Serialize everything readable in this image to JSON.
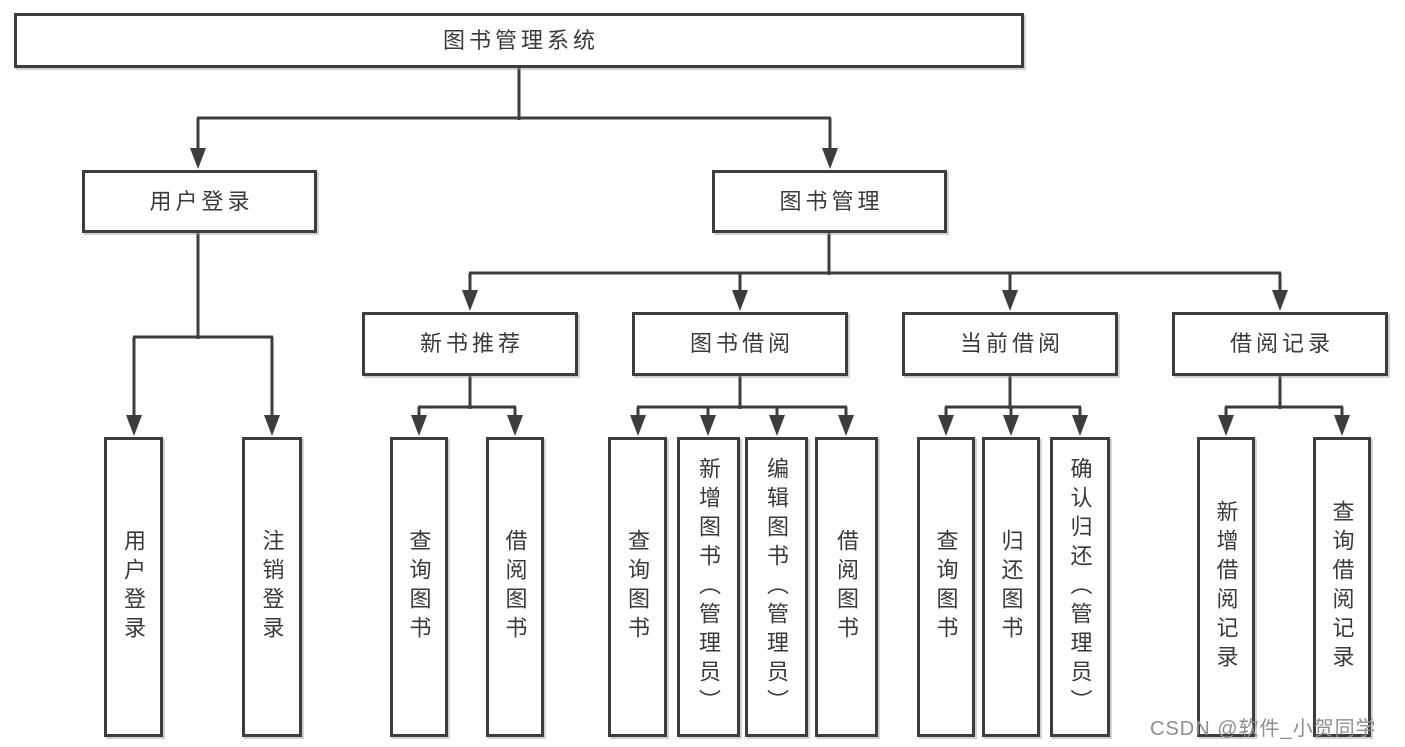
{
  "tree": {
    "root": {
      "label": "图书管理系统"
    },
    "children": [
      {
        "label": "用户登录",
        "children": [
          {
            "label": "用户登录"
          },
          {
            "label": "注销登录"
          }
        ]
      },
      {
        "label": "图书管理",
        "children": [
          {
            "label": "新书推荐",
            "children": [
              {
                "label": "查询图书"
              },
              {
                "label": "借阅图书"
              }
            ]
          },
          {
            "label": "图书借阅",
            "children": [
              {
                "label": "查询图书"
              },
              {
                "label": "新增图书（管理员）"
              },
              {
                "label": "编辑图书（管理员）"
              },
              {
                "label": "借阅图书"
              }
            ]
          },
          {
            "label": "当前借阅",
            "children": [
              {
                "label": "查询图书"
              },
              {
                "label": "归还图书"
              },
              {
                "label": "确认归还（管理员）"
              }
            ]
          },
          {
            "label": "借阅记录",
            "children": [
              {
                "label": "新增借阅记录"
              },
              {
                "label": "查询借阅记录"
              }
            ]
          }
        ]
      }
    ]
  },
  "watermark": {
    "text": "CSDN @软件_小贺同学",
    "color": "#8f8f8f"
  },
  "colors": {
    "line": "#3d3d3d",
    "text": "#3a3a3a",
    "background": "#ffffff"
  }
}
